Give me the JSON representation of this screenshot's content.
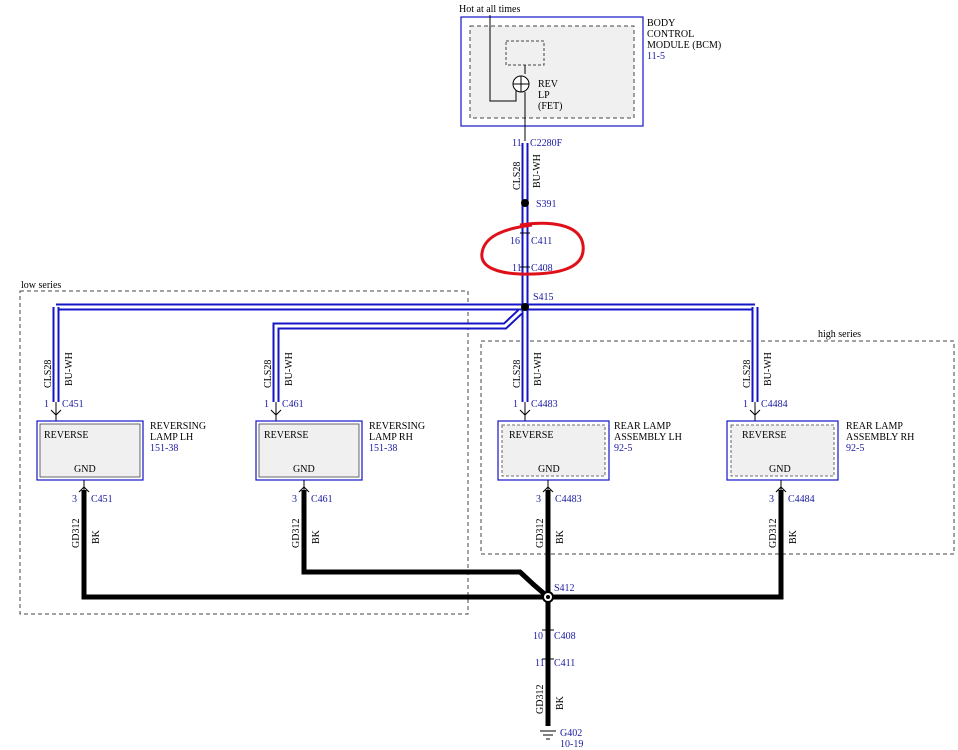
{
  "bcm": {
    "hot_label": "Hot at all times",
    "name_line1": "BODY",
    "name_line2": "CONTROL",
    "name_line3": "MODULE (BCM)",
    "ref": "11-5",
    "fet_line1": "REV",
    "fet_line2": "LP",
    "fet_line3": "(FET)"
  },
  "connectors": {
    "c2280f_pin": "11",
    "c2280f": "C2280F",
    "c411_pin": "16",
    "c411": "C411",
    "c408_pin": "11",
    "c408": "C408",
    "c408b_pin": "10",
    "c408b": "C408",
    "c411b_pin": "11",
    "c411b": "C411",
    "c451_top_pin": "1",
    "c451_top": "C451",
    "c461_top_pin": "1",
    "c461_top": "C461",
    "c4483_top_pin": "1",
    "c4483_top": "C4483",
    "c4484_top_pin": "1",
    "c4484_top": "C4484",
    "c451_bot_pin": "3",
    "c451_bot": "C451",
    "c461_bot_pin": "3",
    "c461_bot": "C461",
    "c4483_bot_pin": "3",
    "c4483_bot": "C4483",
    "c4484_bot_pin": "3",
    "c4484_bot": "C4484"
  },
  "splices": {
    "s391": "S391",
    "s415": "S415",
    "s412": "S412"
  },
  "wires": {
    "circuit_signal": "CLS28",
    "color_signal": "BU-WH",
    "circuit_ground": "GD312",
    "color_ground": "BK"
  },
  "series": {
    "low": "low series",
    "high": "high series"
  },
  "components": {
    "rev_lamp_lh": {
      "line1": "REVERSING",
      "line2": "LAMP LH",
      "ref": "151-38",
      "top": "REVERSE",
      "bottom": "GND"
    },
    "rev_lamp_rh": {
      "line1": "REVERSING",
      "line2": "LAMP RH",
      "ref": "151-38",
      "top": "REVERSE",
      "bottom": "GND"
    },
    "rear_lamp_lh": {
      "line1": "REAR LAMP",
      "line2": "ASSEMBLY LH",
      "ref": "92-5",
      "top": "REVERSE",
      "bottom": "GND"
    },
    "rear_lamp_rh": {
      "line1": "REAR LAMP",
      "line2": "ASSEMBLY RH",
      "ref": "92-5",
      "top": "REVERSE",
      "bottom": "GND"
    }
  },
  "ground": {
    "name": "G402",
    "ref": "10-19"
  },
  "colors": {
    "wire_signal": "#1515c8",
    "wire_ground": "#000000",
    "highlight": "#e0101a",
    "label_blue": "#1a1aa0"
  }
}
